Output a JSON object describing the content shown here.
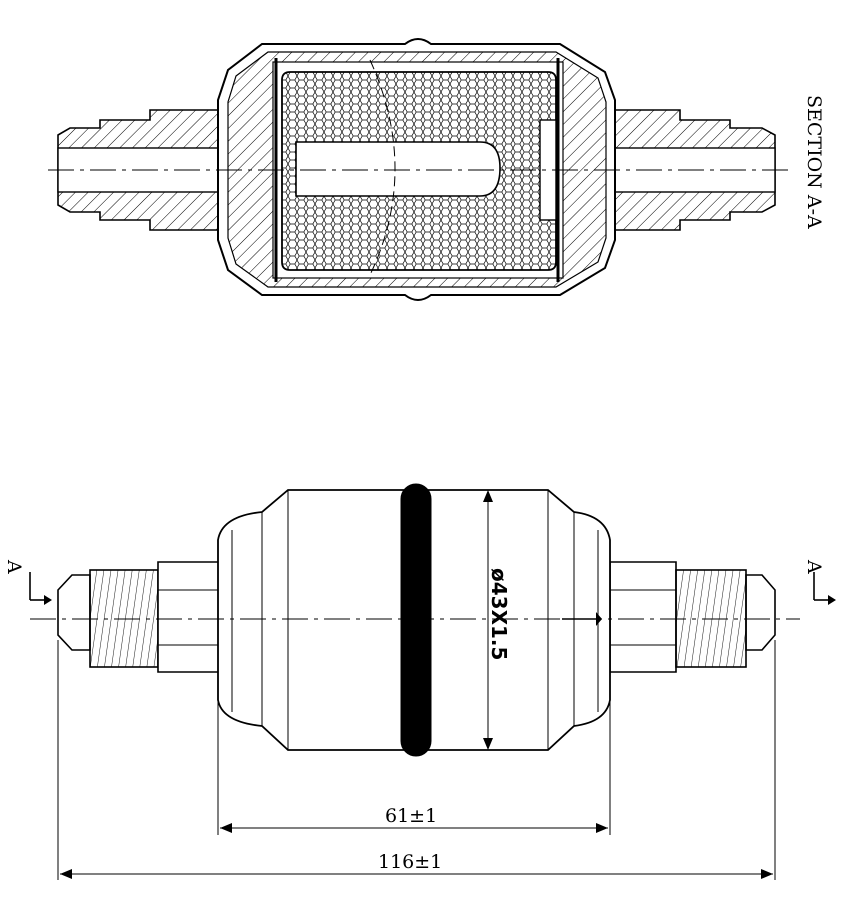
{
  "section_title": "SECTION A-A",
  "section_marker": "A",
  "dimensions": {
    "body_diameter": "ø43X1.5",
    "body_length": "61±1",
    "overall_length": "116±1"
  },
  "colors": {
    "ink": "#000000",
    "paper": "#ffffff"
  }
}
